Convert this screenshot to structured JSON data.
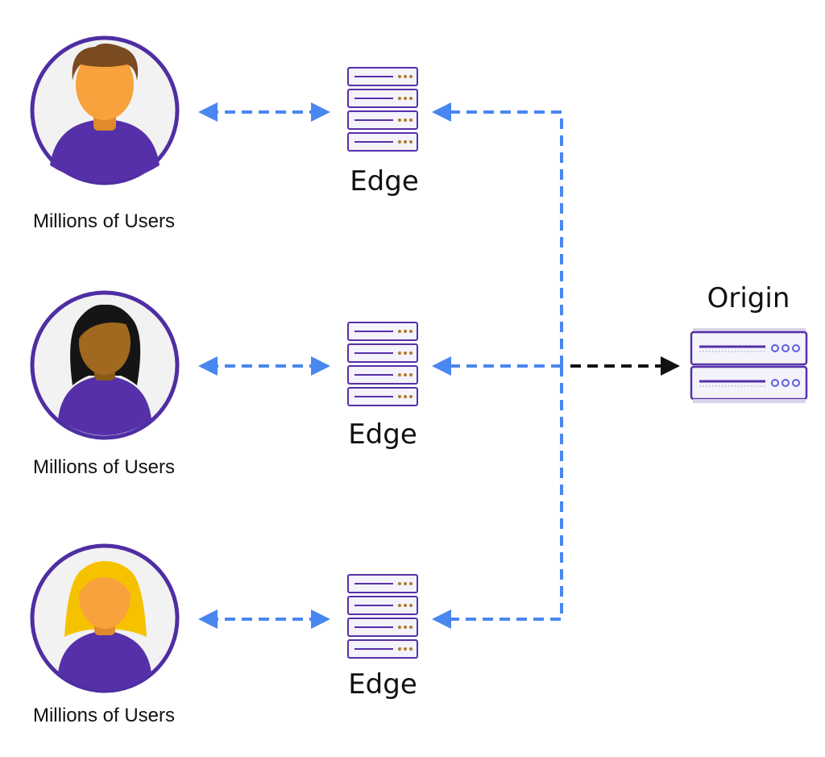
{
  "diagram": {
    "users": [
      {
        "label": "Millions of Users",
        "avatar": "man-avatar-icon"
      },
      {
        "label": "Millions of Users",
        "avatar": "woman-dark-hair-avatar-icon"
      },
      {
        "label": "Millions of Users",
        "avatar": "woman-blonde-hair-avatar-icon"
      }
    ],
    "edges": [
      {
        "label": "Edge"
      },
      {
        "label": "Edge"
      },
      {
        "label": "Edge"
      }
    ],
    "origin": {
      "label": "Origin"
    },
    "colors": {
      "avatar_ring": "#4f2ea3",
      "avatar_bg": "#f2f2f2",
      "shirt": "#5530a8",
      "skin_light": "#f7a23c",
      "skin_dark": "#a0691f",
      "hair_brown": "#7a4a20",
      "hair_black": "#151515",
      "hair_blonde": "#f6c200",
      "connector": "#4a86f0",
      "origin_connector": "#111111",
      "server_outline": "#5530a8",
      "server_fill": "#f4f2fa",
      "server_dots": "#b07a2a",
      "origin_dots": "#5a5fe0"
    }
  }
}
